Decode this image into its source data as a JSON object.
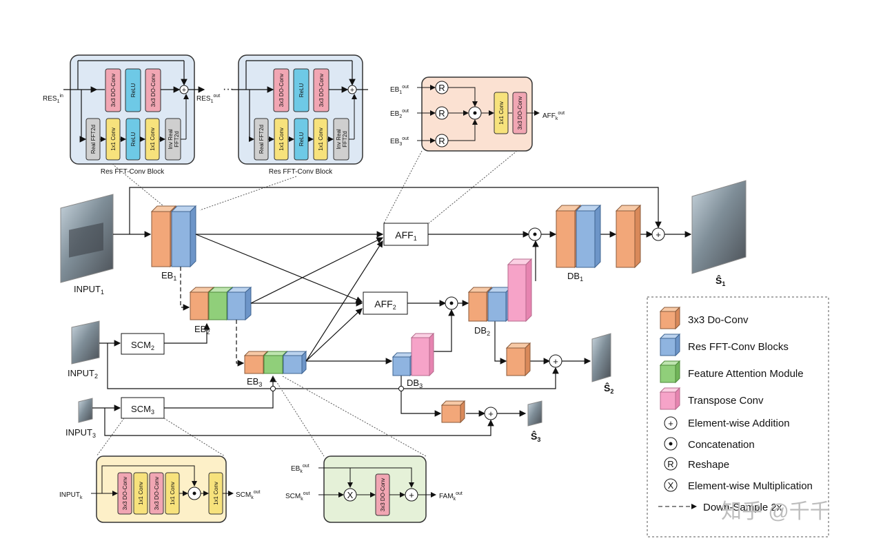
{
  "inputs": {
    "input1": "INPUT",
    "input1_sub": "1",
    "input2": "INPUT",
    "input2_sub": "2",
    "input3": "INPUT",
    "input3_sub": "3"
  },
  "outputs": {
    "s1": "Ŝ",
    "s1_sub": "1",
    "s2": "Ŝ",
    "s2_sub": "2",
    "s3": "Ŝ",
    "s3_sub": "3"
  },
  "modules": {
    "scm2": "SCM",
    "scm2_sub": "2",
    "scm3": "SCM",
    "scm3_sub": "3",
    "aff1": "AFF",
    "aff1_sub": "1",
    "aff2": "AFF",
    "aff2_sub": "2",
    "eb1": "EB",
    "eb1_sub": "1",
    "eb2": "EB",
    "eb2_sub": "2",
    "eb3": "EB",
    "eb3_sub": "3",
    "db1": "DB",
    "db1_sub": "1",
    "db2": "DB",
    "db2_sub": "2",
    "db3": "DB",
    "db3_sub": "3"
  },
  "res_block": {
    "title": "Res FFT-Conv Block",
    "in_label": "RES",
    "in_sub": "1",
    "in_sup": "in",
    "out_label": "RES",
    "out_sub": "1",
    "out_sup": "out",
    "ellipsis": "···",
    "ops_top": [
      "3x3 DO-Conv",
      "ReLU",
      "3x3 DO-Conv"
    ],
    "ops_bottom": [
      "Real FFT2d",
      "1x1 Conv",
      "ReLU",
      "1x1 Conv",
      "Inv Real",
      "FFT2d"
    ]
  },
  "aff_detail": {
    "in1": "EB",
    "in1_sub": "1",
    "in1_sup": "out",
    "in2": "EB",
    "in2_sub": "2",
    "in2_sup": "out",
    "in3": "EB",
    "in3_sub": "3",
    "in3_sup": "out",
    "reshape": "R",
    "conv1": "1x1 Conv",
    "conv2": "3x3 DO-Conv",
    "out": "AFF",
    "out_sub": "k",
    "out_sup": "out"
  },
  "scm_detail": {
    "in": "INPUT",
    "in_sub": "k",
    "ops": [
      "3x3 DO-Conv",
      "1x1 Conv",
      "3x3 DO-Conv",
      "1x1 Conv"
    ],
    "conv": "1x1 Conv",
    "out": "SCM",
    "out_sub": "k",
    "out_sup": "out"
  },
  "fam_detail": {
    "in1": "EB",
    "in1_sub": "k",
    "in1_sup": "out",
    "in2": "SCM",
    "in2_sub": "k",
    "in2_sup": "out",
    "conv": "3x3 DO-Conv",
    "out": "FAM",
    "out_sub": "k",
    "out_sup": "out"
  },
  "legend": {
    "items": [
      {
        "label": "3x3 Do-Conv",
        "color": "#f2a779"
      },
      {
        "label": "Res FFT-Conv Blocks",
        "color": "#8fb4e0"
      },
      {
        "label": "Feature Attention Module",
        "color": "#90cf7a"
      },
      {
        "label": "Transpose Conv",
        "color": "#f6a3c8"
      }
    ],
    "symbols": [
      {
        "glyph": "+",
        "label": "Element-wise Addition"
      },
      {
        "glyph": "•",
        "label": "Concatenation"
      },
      {
        "glyph": "R",
        "label": "Reshape"
      },
      {
        "glyph": "X",
        "label": "Element-wise Multiplication"
      }
    ],
    "downsample": "Down-Sample 2x"
  },
  "watermark": "知乎 @千千",
  "colors": {
    "orange": "#f2a779",
    "blue": "#8fb4e0",
    "green": "#90cf7a",
    "pink": "#f6a3c8",
    "res_bg": "#dde8f4",
    "aff_bg": "#fbe1d2",
    "scm_bg": "#fdf0c8",
    "fam_bg": "#e5f1d8",
    "op_pink": "#f1a6b3",
    "op_blue": "#6ec9e6",
    "op_yellow": "#f7e27c",
    "op_gray": "#cfcfcf"
  }
}
